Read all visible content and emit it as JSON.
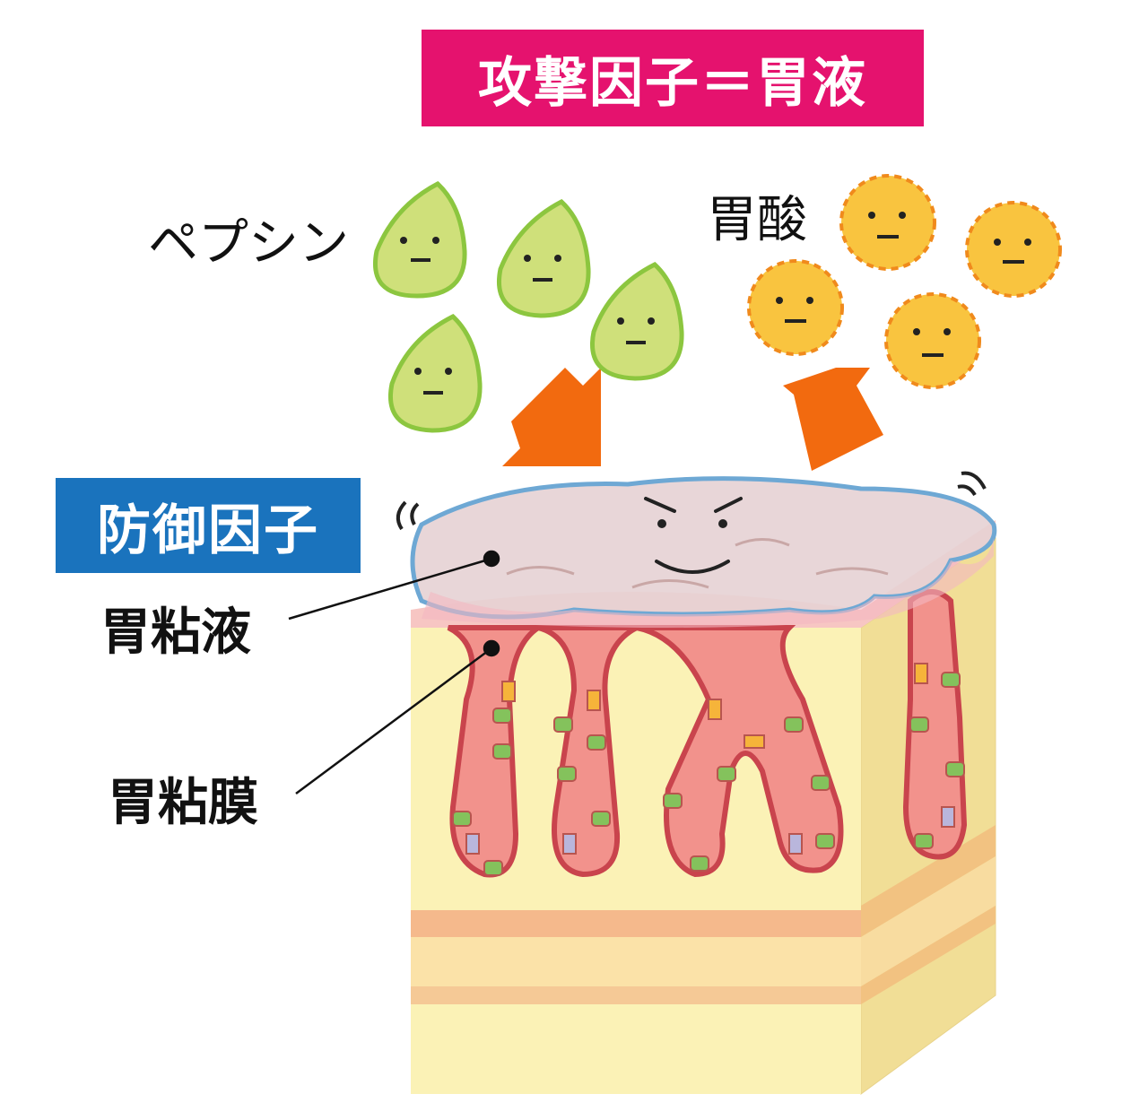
{
  "title": "攻撃因子＝胃液",
  "defense_title": "防御因子",
  "labels": {
    "pepsin": "ペプシン",
    "gastric_acid": "胃酸",
    "mucus": "胃粘液",
    "mucosa": "胃粘膜"
  },
  "colors": {
    "attack_banner": "#e5126e",
    "defense_banner": "#1a73bd",
    "pepsin_fill": "#cfe07a",
    "pepsin_stroke": "#8cc63f",
    "acid_fill": "#f9c43f",
    "acid_stroke": "#f08a1c",
    "arrow": "#f26a0f",
    "mucus_layer": "#d6eaf6",
    "mucus_outline": "#6ea8d4",
    "tissue": "#fbf0b0",
    "gland": "#f08d88",
    "cell_green": "#84c25c",
    "cell_orange": "#f6b43a",
    "cell_lavender": "#b9b6dc"
  },
  "icons": [
    "pepsin-droplet-icon",
    "gastric-acid-sun-icon",
    "down-arrow-icon",
    "mucus-face-icon"
  ]
}
